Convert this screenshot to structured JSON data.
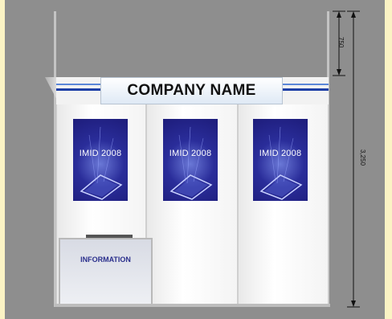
{
  "header": {
    "company_name": "COMPANY NAME"
  },
  "posters": [
    {
      "text": "IMID 2008"
    },
    {
      "text": "IMID 2008"
    },
    {
      "text": "IMID 2008"
    }
  ],
  "desk": {
    "label": "INFORMATION"
  },
  "dimensions": {
    "top": "750",
    "total": "3,250"
  },
  "colors": {
    "background": "#fbf3c4",
    "stripe": "#1d3fa6",
    "poster": "#2a2d9a"
  }
}
